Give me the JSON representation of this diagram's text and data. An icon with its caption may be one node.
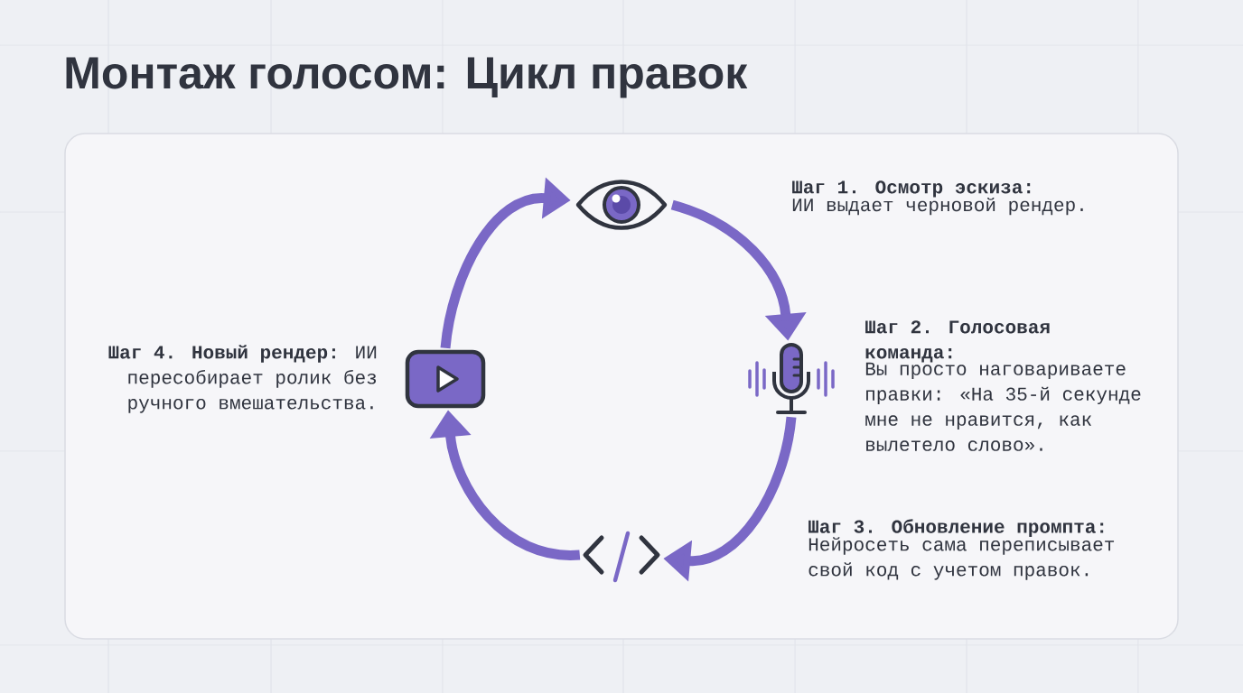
{
  "diagram": {
    "title": "Монтаж голосом: Цикл правок",
    "nodes": [
      {
        "text": [],
        "shape": "eye",
        "beside": [
          "Шаг 1. Осмотр эскиза:",
          "ИИ выдает черновой рендер."
        ]
      },
      {
        "text": [],
        "shape": "microphone",
        "beside": [
          "Шаг 2. Голосовая команда:",
          "Вы просто наговариваете правки: «На 35-й секунде мне не нравится, как вылетело слово»."
        ]
      },
      {
        "text": [],
        "shape": "code",
        "beside": [
          "Шаг 3. Обновление промпта:",
          "Нейросеть сама переписывает свой код с учетом правок."
        ]
      },
      {
        "text": [],
        "shape": "video",
        "beside": [
          "**Шаг 4. Новый рендер:** ИИ пересобирает ролик без ручного вмешательства."
        ]
      }
    ],
    "edges": [
      {
        "from": 0,
        "to": 1,
        "arrow": "to"
      },
      {
        "from": 1,
        "to": 2,
        "arrow": "to"
      },
      {
        "from": 2,
        "to": 3,
        "arrow": "to"
      },
      {
        "from": 3,
        "to": 0,
        "arrow": "to"
      }
    ]
  }
}
